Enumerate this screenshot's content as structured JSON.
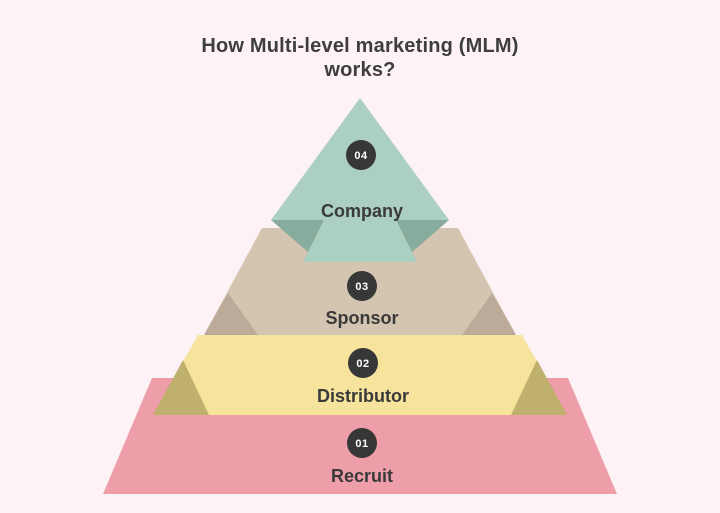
{
  "title": {
    "line1": "How Multi-level marketing (MLM)",
    "line2": "works?"
  },
  "levels": [
    {
      "id": "company",
      "number": "04",
      "label": "Company",
      "color": "#abcfc1",
      "fold_color": "#87ac9e"
    },
    {
      "id": "sponsor",
      "number": "03",
      "label": "Sponsor",
      "color": "#d4c5b1",
      "fold_color": "#bcab99"
    },
    {
      "id": "distributor",
      "number": "02",
      "label": "Distributor",
      "color": "#f6e39c",
      "fold_color": "#bfb06e"
    },
    {
      "id": "recruit",
      "number": "01",
      "label": "Recruit",
      "color": "#ee9ea9",
      "fold_color": "#ee9ea9"
    }
  ],
  "colors": {
    "background": "#fdf2f6",
    "badge": "#373737",
    "badge_text": "#ffffff",
    "label_text": "#3a3a3a",
    "title_text": "#3e3e3e"
  }
}
